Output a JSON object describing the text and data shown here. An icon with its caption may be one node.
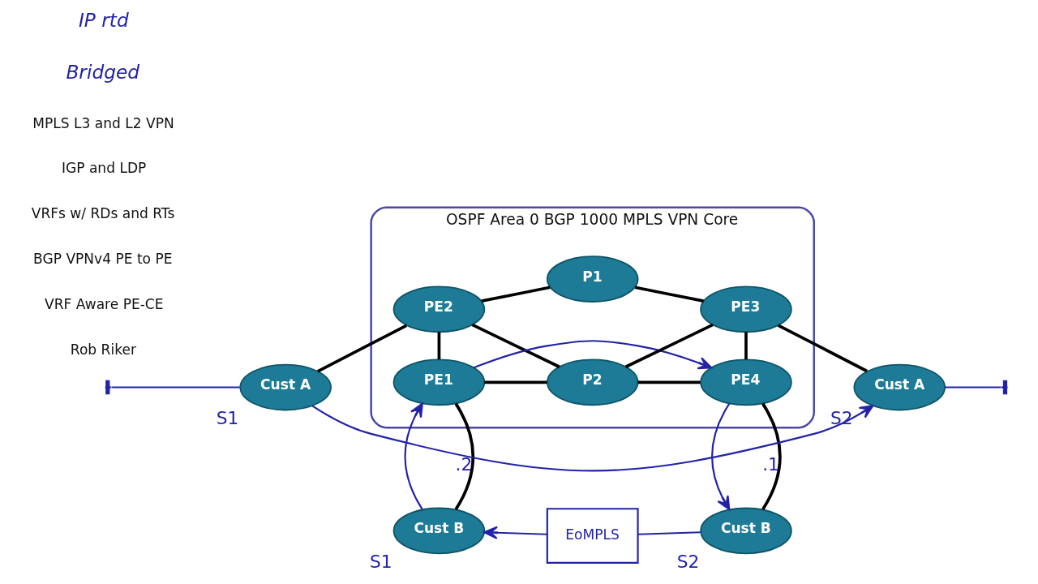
{
  "diagram": {
    "nodes": [
      {
        "text": [
          "OSPF Area 0 BGP 1000 MPLS VPN Core"
        ]
      },
      {
        "text": [
          "PE2"
        ],
        "in": 0
      },
      {
        "text": [
          "P1"
        ],
        "in": 0
      },
      {
        "text": [
          "PE3"
        ],
        "in": 0
      },
      {
        "text": [
          "PE1"
        ],
        "in": 0
      },
      {
        "text": [
          "P2"
        ],
        "in": 0
      },
      {
        "text": [
          "PE4"
        ],
        "in": 0
      },
      {
        "text": [
          "Cust A"
        ],
        "beside": [
          "S1"
        ]
      },
      {
        "text": [
          "Cust A"
        ],
        "beside": [
          "S2"
        ]
      },
      {
        "text": [
          "Cust B"
        ],
        "beside": [
          "S1"
        ]
      },
      {
        "text": [
          "Cust B"
        ],
        "beside": [
          "S2"
        ]
      },
      {
        "text": [
          "EoMPLS"
        ]
      }
    ],
    "edges": [
      {
        "from": 7,
        "to": 1,
        "arrow": "none"
      },
      {
        "from": 1,
        "to": 2,
        "arrow": "none"
      },
      {
        "from": 2,
        "to": 3,
        "arrow": "none"
      },
      {
        "from": 3,
        "to": 8,
        "arrow": "none"
      },
      {
        "from": 4,
        "to": 1,
        "arrow": "none"
      },
      {
        "from": 1,
        "to": 5,
        "arrow": "none"
      },
      {
        "from": 5,
        "to": 3,
        "arrow": "none"
      },
      {
        "from": 6,
        "to": 3,
        "arrow": "none"
      },
      {
        "from": 4,
        "to": 5,
        "arrow": "none"
      },
      {
        "from": 5,
        "to": 6,
        "arrow": "none"
      },
      {
        "from": 9,
        "to": 4,
        "arrow": "none",
        "label": ".2"
      },
      {
        "from": 10,
        "to": 6,
        "arrow": "none",
        "label": ".1"
      },
      {
        "from": 7,
        "to": 8,
        "arrow": "to",
        "color": "#2323a8"
      },
      {
        "from": 9,
        "to": 4,
        "arrow": "to",
        "color": "#2323a8"
      },
      {
        "from": 4,
        "to": 6,
        "arrow": "to",
        "color": "#2323a8"
      },
      {
        "from": 6,
        "to": 10,
        "arrow": "to",
        "color": "#2323a8"
      },
      {
        "from": 11,
        "to": 9,
        "arrow": "to",
        "color": "#2323a8"
      },
      {
        "from": 11,
        "to": 10,
        "arrow": "none",
        "color": "#2323a8"
      },
      {
        "from": null,
        "to": 7,
        "arrow": "other",
        "color": "#2323a8"
      },
      {
        "from": 8,
        "to": null,
        "arrow": "other",
        "color": "#2323a8"
      }
    ],
    "labels": [
      "IP rtd",
      "Bridged",
      "MPLS L3 and L2 VPN",
      "IGP and LDP",
      "VRFs w/ RDs and RTs",
      "BGP VPNv4 PE to PE",
      "VRF Aware PE-CE",
      "Rob Riker"
    ]
  }
}
